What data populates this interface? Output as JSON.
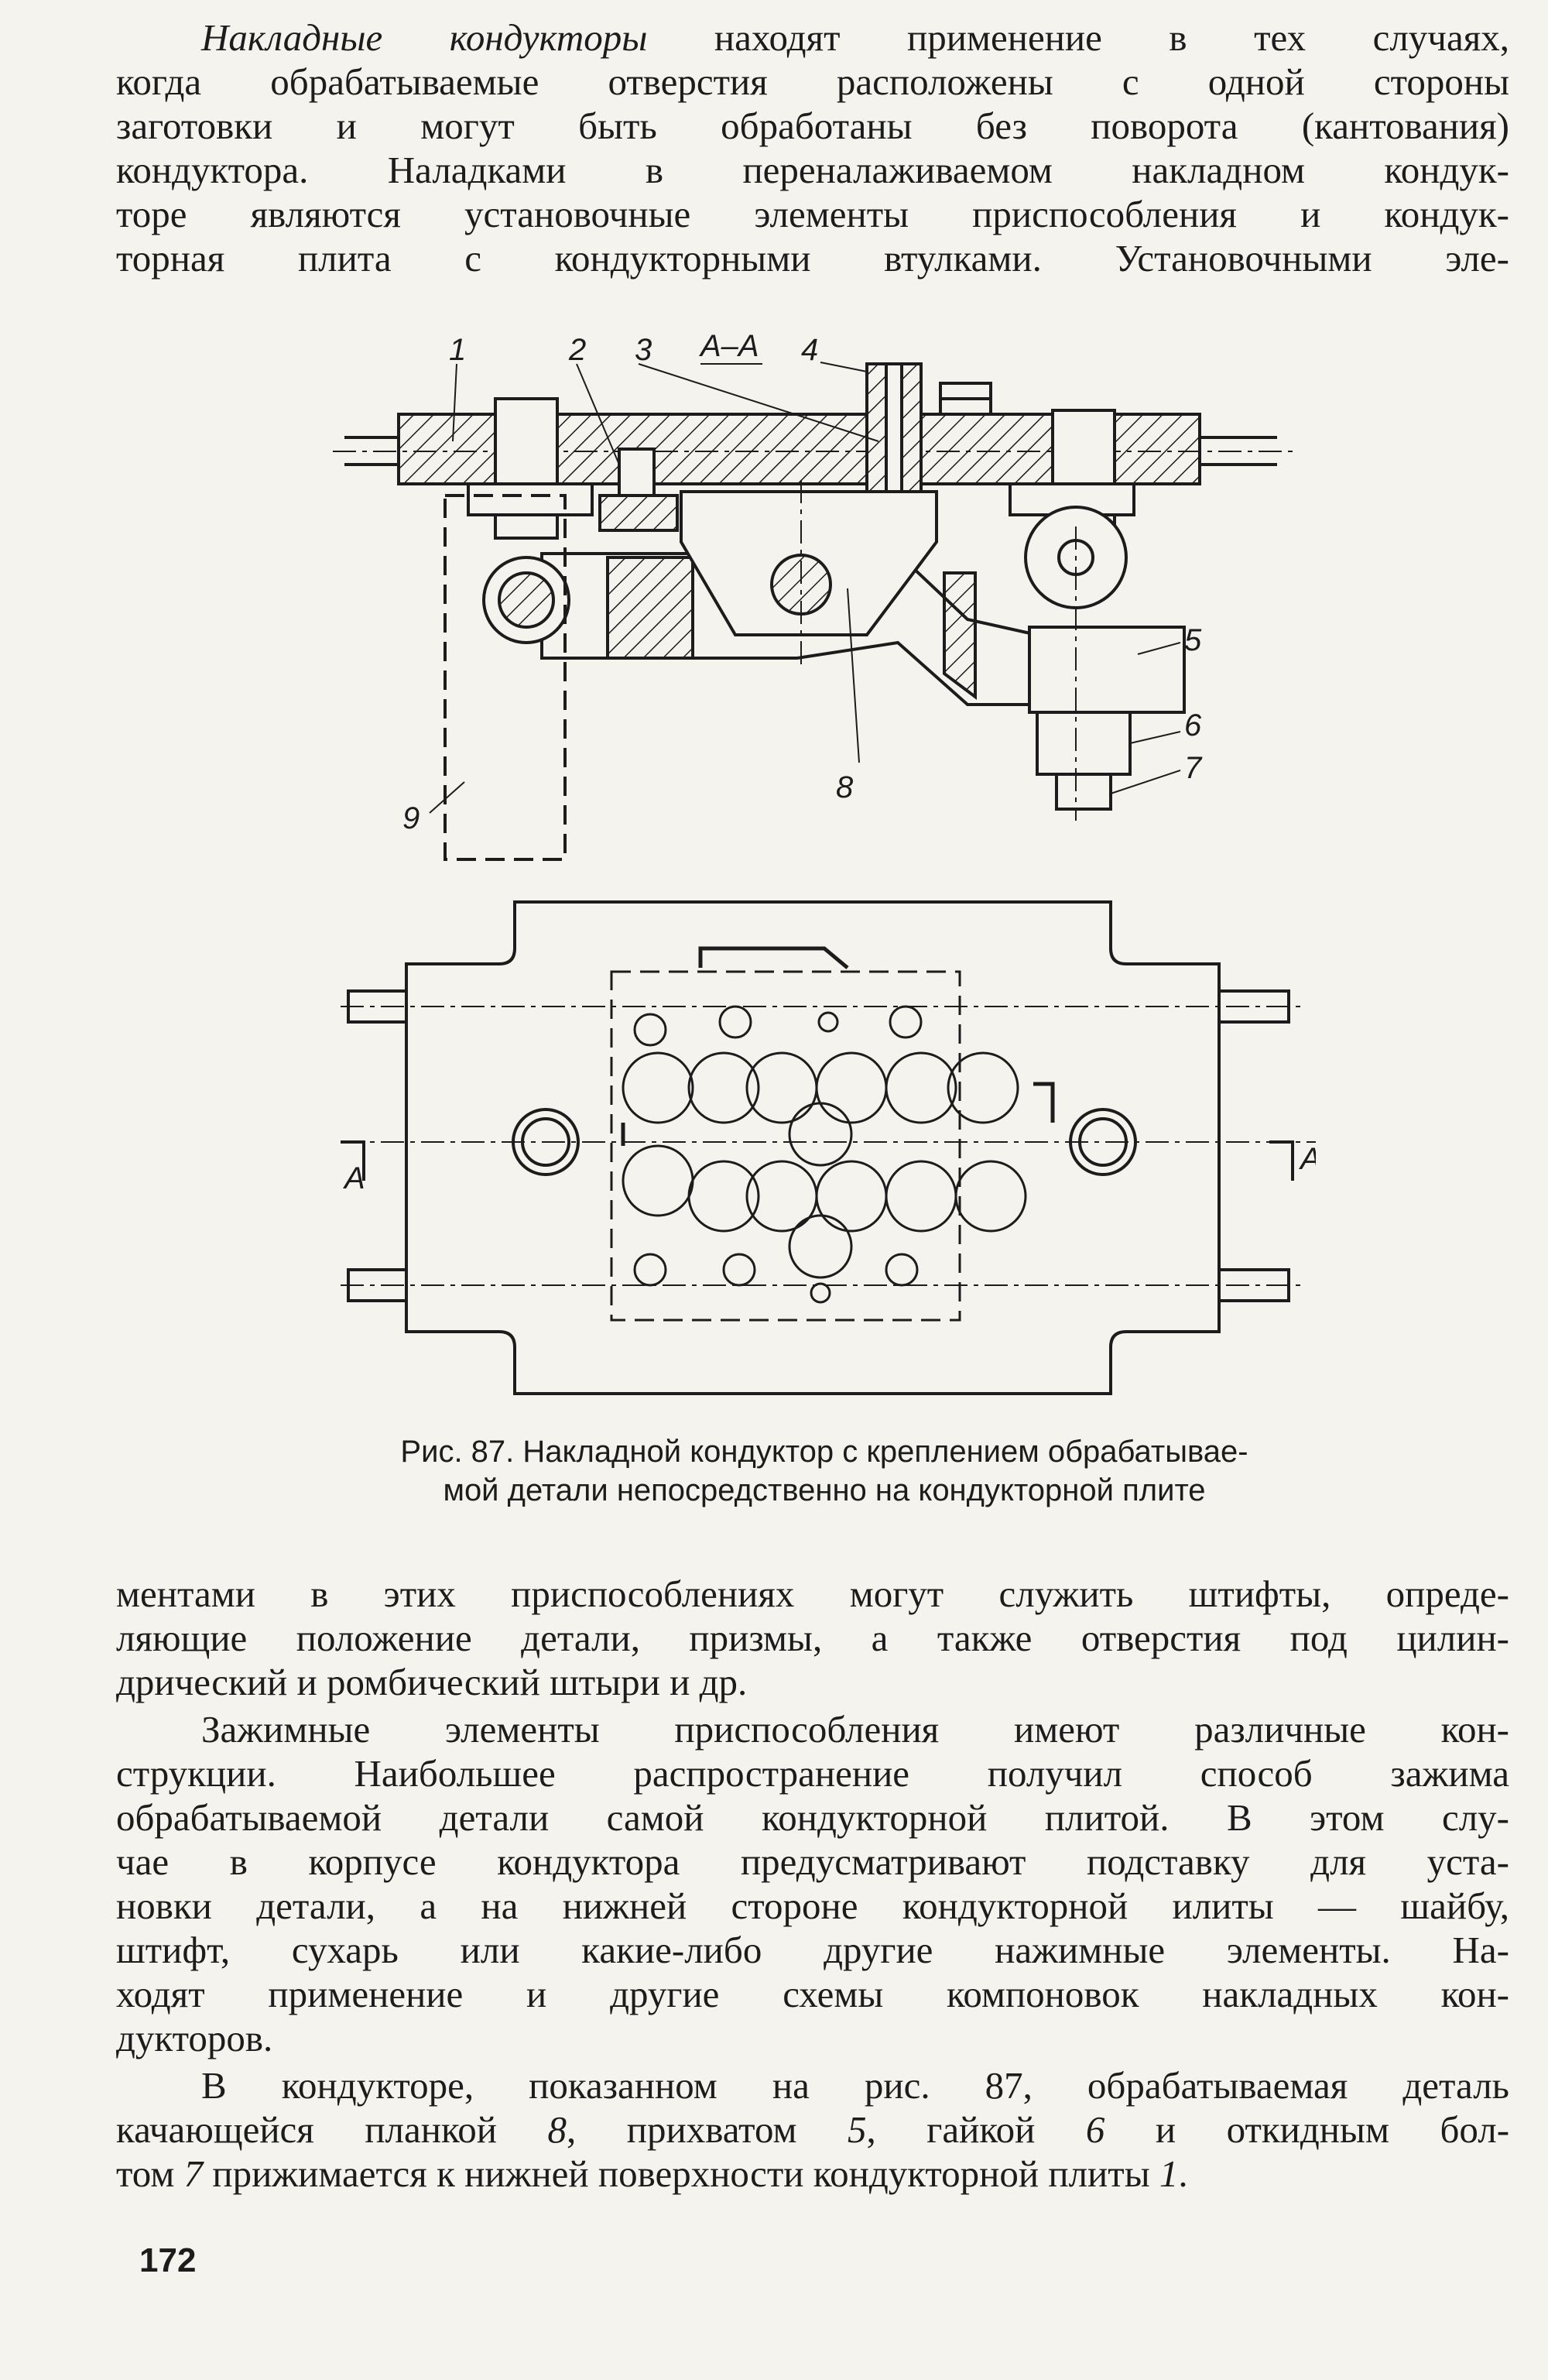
{
  "paragraph1": {
    "lead_italic": "Накладные кондукторы",
    "lines": [
      " находят применение в тех случаях,",
      "когда обрабатываемые отверстия расположены с одной стороны",
      "заготовки и могут быть обработаны без поворота (кантования)",
      "кондуктора. Наладками в переналаживаемом накладном кондук-",
      "торе являются установочные элементы приспособления и кондук-",
      "торная плита с кондукторными втулками. Установочными эле-"
    ]
  },
  "figure": {
    "section_label": "А–А",
    "section_marks": [
      "А",
      "А"
    ],
    "callouts": [
      "1",
      "2",
      "3",
      "4",
      "5",
      "6",
      "7",
      "8",
      "9"
    ],
    "caption_lines": [
      "Рис. 87. Накладной кондуктор с креплением обрабатывае-",
      "мой детали непосредственно на кондукторной плите"
    ]
  },
  "paragraph2": {
    "lines": [
      "ментами в этих приспособлениях могут служить штифты, опреде-",
      "ляющие положение детали, призмы, а также отверстия под цилин-",
      "дрический и ромбический штыри и др."
    ]
  },
  "paragraph3": {
    "lines": [
      "Зажимные элементы приспособления имеют различные кон-",
      "струкции. Наибольшее распространение получил способ зажима",
      "обрабатываемой детали самой кондукторной плитой. В этом слу-",
      "чае в корпусе кондуктора предусматривают подставку для уста-",
      "новки детали, а на нижней стороне кондукторной илиты — шайбу,",
      "штифт, сухарь или какие-либо другие нажимные элементы. На-",
      "ходят применение и другие схемы компоновок накладных кон-",
      "дукторов."
    ]
  },
  "paragraph4": {
    "lines": [
      [
        "В кондукторе, показанном на рис. 87, обрабатываемая деталь"
      ],
      [
        "качающейся планкой ",
        "8",
        ", прихватом ",
        "5",
        ", гайкой ",
        "6",
        " и откидным бол-"
      ],
      [
        "том ",
        "7",
        " прижимается к нижней поверхности кондукторной плиты ",
        "1",
        "."
      ]
    ]
  },
  "page_number": "172"
}
